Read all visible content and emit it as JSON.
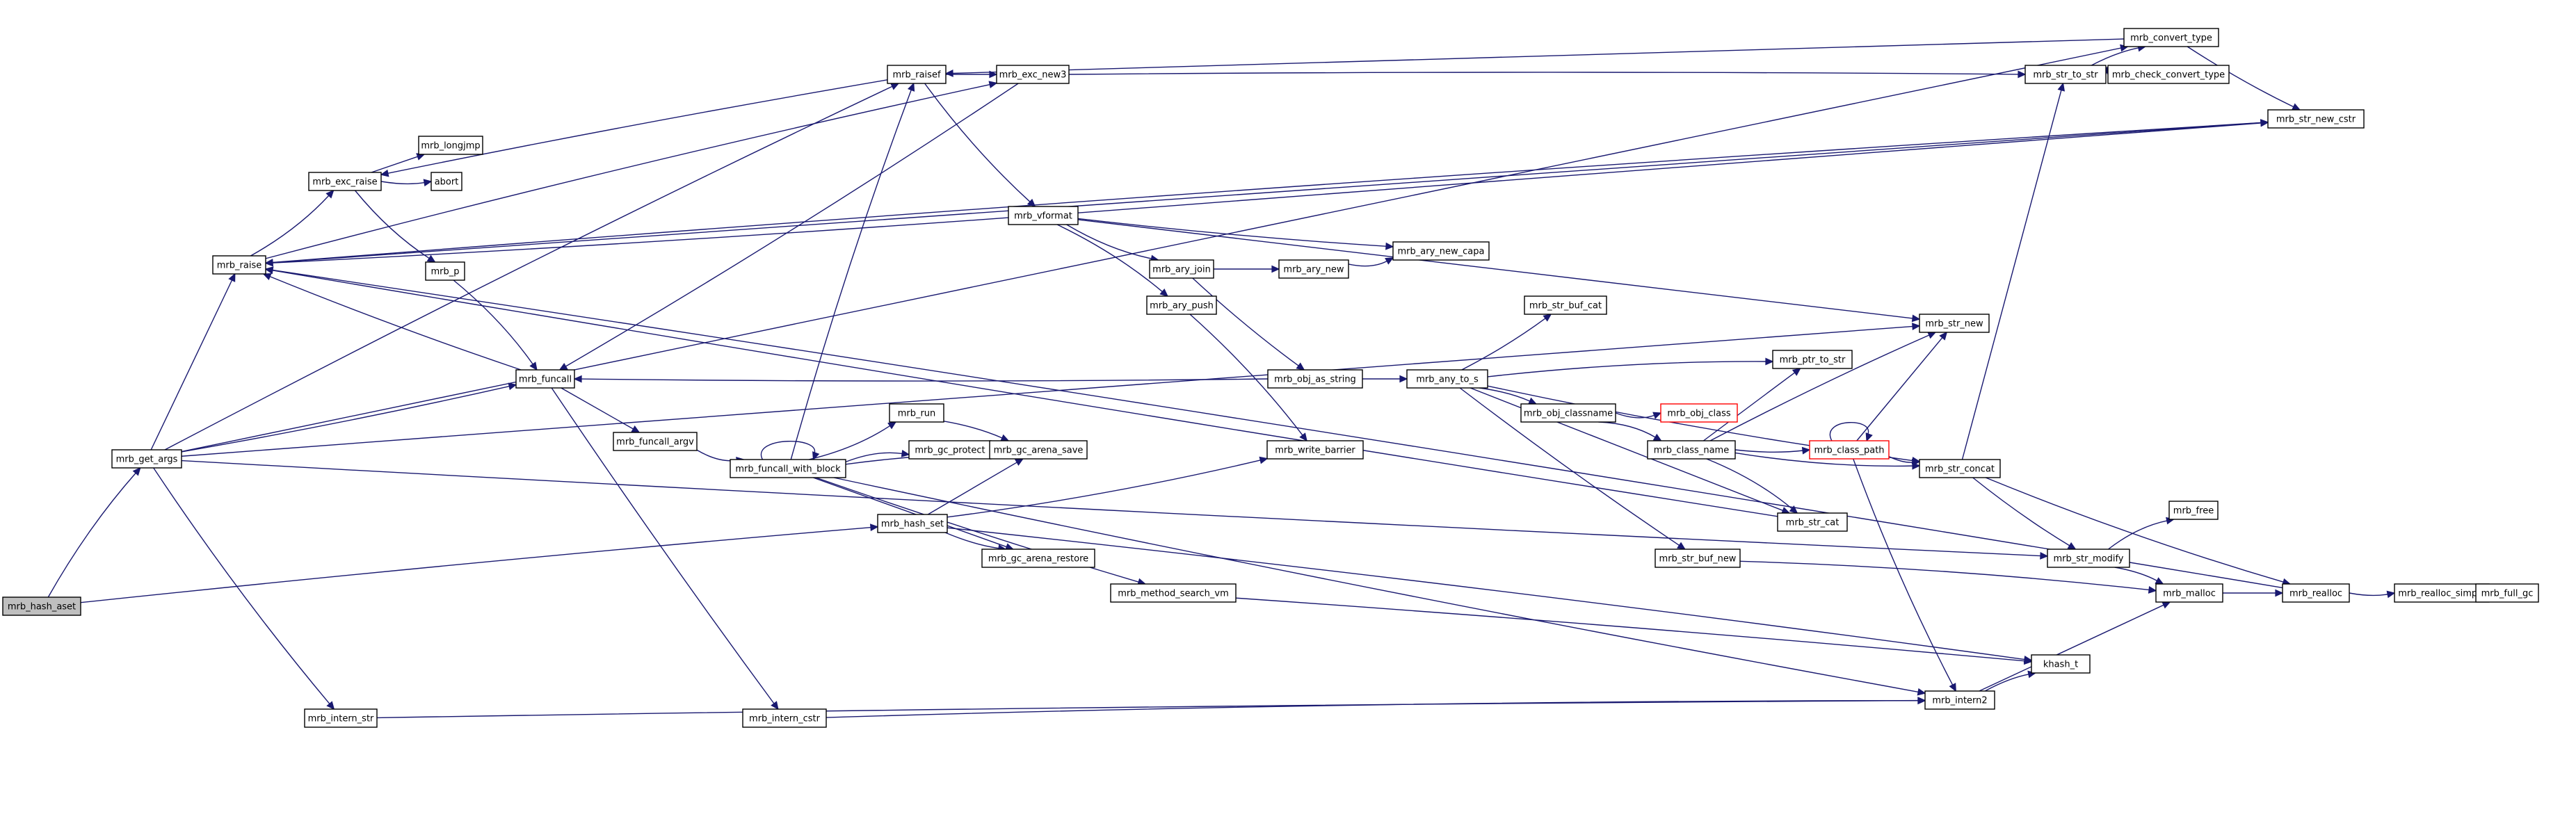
{
  "colors": {
    "edge": "#191970",
    "node_border": "#000000",
    "node_fill": "#ffffff",
    "highlight_fill": "#bfbfbf",
    "external_border": "#ff0000"
  },
  "nodes": [
    {
      "id": "mrb_hash_aset",
      "label": "mrb_hash_aset",
      "highlight": true
    },
    {
      "id": "mrb_get_args",
      "label": "mrb_get_args"
    },
    {
      "id": "mrb_raise",
      "label": "mrb_raise"
    },
    {
      "id": "mrb_funcall",
      "label": "mrb_funcall"
    },
    {
      "id": "mrb_intern_str",
      "label": "mrb_intern_str"
    },
    {
      "id": "mrb_exc_raise",
      "label": "mrb_exc_raise"
    },
    {
      "id": "mrb_longjmp",
      "label": "mrb_longjmp"
    },
    {
      "id": "abort",
      "label": "abort"
    },
    {
      "id": "mrb_p",
      "label": "mrb_p"
    },
    {
      "id": "mrb_funcall_argv",
      "label": "mrb_funcall_argv"
    },
    {
      "id": "mrb_intern_cstr",
      "label": "mrb_intern_cstr"
    },
    {
      "id": "mrb_raisef",
      "label": "mrb_raisef"
    },
    {
      "id": "mrb_exc_new3",
      "label": "mrb_exc_new3"
    },
    {
      "id": "mrb_vformat",
      "label": "mrb_vformat"
    },
    {
      "id": "mrb_funcall_with_block",
      "label": "mrb_funcall_with_block"
    },
    {
      "id": "mrb_run",
      "label": "mrb_run"
    },
    {
      "id": "mrb_gc_protect",
      "label": "mrb_gc_protect"
    },
    {
      "id": "mrb_gc_arena_save",
      "label": "mrb_gc_arena_save"
    },
    {
      "id": "mrb_gc_arena_restore",
      "label": "mrb_gc_arena_restore"
    },
    {
      "id": "mrb_hash_set",
      "label": "mrb_hash_set"
    },
    {
      "id": "mrb_method_search_vm",
      "label": "mrb_method_search_vm"
    },
    {
      "id": "mrb_ary_join",
      "label": "mrb_ary_join"
    },
    {
      "id": "mrb_ary_new",
      "label": "mrb_ary_new"
    },
    {
      "id": "mrb_ary_new_capa",
      "label": "mrb_ary_new_capa"
    },
    {
      "id": "mrb_ary_push",
      "label": "mrb_ary_push"
    },
    {
      "id": "mrb_write_barrier",
      "label": "mrb_write_barrier"
    },
    {
      "id": "mrb_obj_as_string",
      "label": "mrb_obj_as_string"
    },
    {
      "id": "mrb_any_to_s",
      "label": "mrb_any_to_s"
    },
    {
      "id": "mrb_str_buf_cat",
      "label": "mrb_str_buf_cat"
    },
    {
      "id": "mrb_ptr_to_str",
      "label": "mrb_ptr_to_str"
    },
    {
      "id": "mrb_obj_classname",
      "label": "mrb_obj_classname"
    },
    {
      "id": "mrb_obj_class",
      "label": "mrb_obj_class",
      "external": true
    },
    {
      "id": "mrb_class_name",
      "label": "mrb_class_name"
    },
    {
      "id": "mrb_class_path",
      "label": "mrb_class_path",
      "external": true
    },
    {
      "id": "mrb_str_buf_new",
      "label": "mrb_str_buf_new"
    },
    {
      "id": "mrb_str_cat",
      "label": "mrb_str_cat"
    },
    {
      "id": "mrb_str_new",
      "label": "mrb_str_new"
    },
    {
      "id": "mrb_str_concat",
      "label": "mrb_str_concat"
    },
    {
      "id": "mrb_str_to_str",
      "label": "mrb_str_to_str"
    },
    {
      "id": "mrb_check_convert_type",
      "label": "mrb_check_convert_type"
    },
    {
      "id": "mrb_convert_type",
      "label": "mrb_convert_type"
    },
    {
      "id": "mrb_str_new_cstr",
      "label": "mrb_str_new_cstr"
    },
    {
      "id": "mrb_str_modify",
      "label": "mrb_str_modify"
    },
    {
      "id": "mrb_free",
      "label": "mrb_free"
    },
    {
      "id": "mrb_malloc",
      "label": "mrb_malloc"
    },
    {
      "id": "mrb_realloc",
      "label": "mrb_realloc"
    },
    {
      "id": "mrb_realloc_simple",
      "label": "mrb_realloc_simple"
    },
    {
      "id": "mrb_full_gc",
      "label": "mrb_full_gc"
    },
    {
      "id": "kh_hash_t",
      "label": "khash_t"
    },
    {
      "id": "mrb_intern2",
      "label": "mrb_intern2"
    }
  ],
  "edges": [
    [
      "mrb_hash_aset",
      "mrb_get_args"
    ],
    [
      "mrb_hash_aset",
      "mrb_hash_set"
    ],
    [
      "mrb_get_args",
      "mrb_raise"
    ],
    [
      "mrb_get_args",
      "mrb_funcall"
    ],
    [
      "mrb_get_args",
      "mrb_intern_str"
    ],
    [
      "mrb_get_args",
      "mrb_raisef"
    ],
    [
      "mrb_get_args",
      "mrb_convert_type"
    ],
    [
      "mrb_get_args",
      "mrb_str_new"
    ],
    [
      "mrb_get_args",
      "mrb_str_modify"
    ],
    [
      "mrb_raise",
      "mrb_exc_raise"
    ],
    [
      "mrb_raise",
      "mrb_exc_new3"
    ],
    [
      "mrb_raise",
      "mrb_str_new_cstr"
    ],
    [
      "mrb_exc_raise",
      "mrb_longjmp"
    ],
    [
      "mrb_exc_raise",
      "abort"
    ],
    [
      "mrb_exc_raise",
      "mrb_p"
    ],
    [
      "mrb_p",
      "mrb_funcall"
    ],
    [
      "mrb_funcall",
      "mrb_raise"
    ],
    [
      "mrb_funcall",
      "mrb_funcall_argv"
    ],
    [
      "mrb_funcall",
      "mrb_intern_cstr"
    ],
    [
      "mrb_funcall_argv",
      "mrb_funcall_with_block"
    ],
    [
      "mrb_intern_cstr",
      "mrb_intern2"
    ],
    [
      "mrb_intern_str",
      "mrb_intern2"
    ],
    [
      "mrb_raisef",
      "mrb_exc_new3"
    ],
    [
      "mrb_raisef",
      "mrb_exc_raise"
    ],
    [
      "mrb_raisef",
      "mrb_vformat"
    ],
    [
      "mrb_exc_new3",
      "mrb_funcall"
    ],
    [
      "mrb_exc_new3",
      "mrb_str_to_str"
    ],
    [
      "mrb_vformat",
      "mrb_str_new"
    ],
    [
      "mrb_vformat",
      "mrb_ary_new_capa"
    ],
    [
      "mrb_vformat",
      "mrb_ary_join"
    ],
    [
      "mrb_vformat",
      "mrb_ary_push"
    ],
    [
      "mrb_vformat",
      "mrb_raise"
    ],
    [
      "mrb_vformat",
      "mrb_str_new_cstr"
    ],
    [
      "mrb_funcall_with_block",
      "mrb_funcall_with_block"
    ],
    [
      "mrb_funcall_with_block",
      "mrb_run"
    ],
    [
      "mrb_funcall_with_block",
      "mrb_gc_protect"
    ],
    [
      "mrb_funcall_with_block",
      "mrb_gc_arena_save"
    ],
    [
      "mrb_funcall_with_block",
      "mrb_gc_arena_restore"
    ],
    [
      "mrb_funcall_with_block",
      "mrb_method_search_vm"
    ],
    [
      "mrb_funcall_with_block",
      "mrb_intern2"
    ],
    [
      "mrb_funcall_with_block",
      "mrb_raisef"
    ],
    [
      "mrb_run",
      "mrb_gc_arena_save"
    ],
    [
      "mrb_hash_set",
      "mrb_gc_arena_save"
    ],
    [
      "mrb_hash_set",
      "mrb_gc_arena_restore"
    ],
    [
      "mrb_hash_set",
      "mrb_write_barrier"
    ],
    [
      "mrb_hash_set",
      "kh_hash_t"
    ],
    [
      "mrb_method_search_vm",
      "kh_hash_t"
    ],
    [
      "mrb_ary_join",
      "mrb_ary_new"
    ],
    [
      "mrb_ary_join",
      "mrb_obj_as_string"
    ],
    [
      "mrb_ary_new",
      "mrb_ary_new_capa"
    ],
    [
      "mrb_ary_push",
      "mrb_write_barrier"
    ],
    [
      "mrb_obj_as_string",
      "mrb_funcall"
    ],
    [
      "mrb_obj_as_string",
      "mrb_any_to_s"
    ],
    [
      "mrb_any_to_s",
      "mrb_str_buf_cat"
    ],
    [
      "mrb_any_to_s",
      "mrb_str_concat"
    ],
    [
      "mrb_any_to_s",
      "mrb_ptr_to_str"
    ],
    [
      "mrb_any_to_s",
      "mrb_obj_classname"
    ],
    [
      "mrb_any_to_s",
      "mrb_str_cat"
    ],
    [
      "mrb_any_to_s",
      "mrb_str_buf_new"
    ],
    [
      "mrb_obj_classname",
      "mrb_obj_class"
    ],
    [
      "mrb_obj_classname",
      "mrb_class_name"
    ],
    [
      "mrb_class_name",
      "mrb_str_new"
    ],
    [
      "mrb_class_name",
      "mrb_ptr_to_str"
    ],
    [
      "mrb_class_name",
      "mrb_class_path"
    ],
    [
      "mrb_class_name",
      "mrb_str_concat"
    ],
    [
      "mrb_class_name",
      "mrb_str_cat"
    ],
    [
      "mrb_class_path",
      "mrb_class_path"
    ],
    [
      "mrb_class_path",
      "mrb_str_new"
    ],
    [
      "mrb_class_path",
      "mrb_str_concat"
    ],
    [
      "mrb_class_path",
      "mrb_intern2"
    ],
    [
      "mrb_str_buf_new",
      "mrb_malloc"
    ],
    [
      "mrb_str_cat",
      "mrb_raise"
    ],
    [
      "mrb_str_concat",
      "mrb_str_to_str"
    ],
    [
      "mrb_str_concat",
      "mrb_str_modify"
    ],
    [
      "mrb_str_concat",
      "mrb_realloc"
    ],
    [
      "mrb_str_to_str",
      "mrb_check_convert_type"
    ],
    [
      "mrb_str_to_str",
      "mrb_convert_type"
    ],
    [
      "mrb_convert_type",
      "mrb_raisef"
    ],
    [
      "mrb_convert_type",
      "mrb_str_new_cstr"
    ],
    [
      "mrb_str_new_cstr",
      "mrb_raise"
    ],
    [
      "mrb_str_modify",
      "mrb_free"
    ],
    [
      "mrb_str_modify",
      "mrb_malloc"
    ],
    [
      "mrb_malloc",
      "mrb_realloc"
    ],
    [
      "mrb_realloc",
      "mrb_realloc_simple"
    ],
    [
      "mrb_realloc",
      "mrb_raise"
    ],
    [
      "mrb_realloc_simple",
      "mrb_full_gc"
    ],
    [
      "mrb_intern2",
      "kh_hash_t"
    ],
    [
      "mrb_intern2",
      "mrb_malloc"
    ]
  ]
}
